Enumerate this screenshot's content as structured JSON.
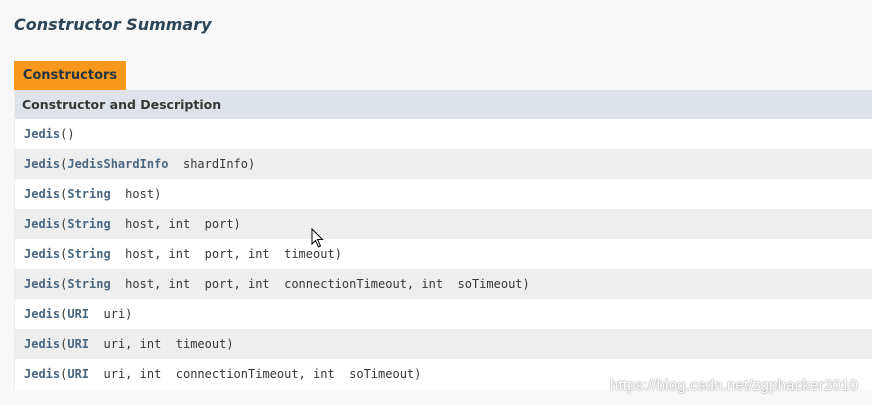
{
  "section_title": "Constructor Summary",
  "tab_label": "Constructors",
  "table_header": "Constructor and Description",
  "rows": [
    {
      "name": "Jedis",
      "open": "(",
      "params": [],
      "close": ")"
    },
    {
      "name": "Jedis",
      "open": "(",
      "params": [
        {
          "type": "JedisShardInfo",
          "type_link": true,
          "rest": "  shardInfo"
        }
      ],
      "close": ")"
    },
    {
      "name": "Jedis",
      "open": "(",
      "params": [
        {
          "type": "String",
          "type_link": true,
          "rest": "  host"
        }
      ],
      "close": ")"
    },
    {
      "name": "Jedis",
      "open": "(",
      "params": [
        {
          "type": "String",
          "type_link": true,
          "rest": "  host, int  port"
        }
      ],
      "close": ")"
    },
    {
      "name": "Jedis",
      "open": "(",
      "params": [
        {
          "type": "String",
          "type_link": true,
          "rest": "  host, int  port, int  timeout"
        }
      ],
      "close": ")"
    },
    {
      "name": "Jedis",
      "open": "(",
      "params": [
        {
          "type": "String",
          "type_link": true,
          "rest": "  host, int  port, int  connectionTimeout, int  soTimeout"
        }
      ],
      "close": ")"
    },
    {
      "name": "Jedis",
      "open": "(",
      "params": [
        {
          "type": "URI",
          "type_link": true,
          "rest": "  uri"
        }
      ],
      "close": ")"
    },
    {
      "name": "Jedis",
      "open": "(",
      "params": [
        {
          "type": "URI",
          "type_link": true,
          "rest": "  uri, int  timeout"
        }
      ],
      "close": ")"
    },
    {
      "name": "Jedis",
      "open": "(",
      "params": [
        {
          "type": "URI",
          "type_link": true,
          "rest": "  uri, int  connectionTimeout, int  soTimeout"
        }
      ],
      "close": ")"
    }
  ],
  "watermark": "https://blog.csdn.net/zgphacker2010",
  "colors": {
    "tab_background": "#f8981d",
    "header_background": "#dee3e9",
    "alt_row_background": "#eeeeef",
    "link_color": "#4a6782"
  }
}
